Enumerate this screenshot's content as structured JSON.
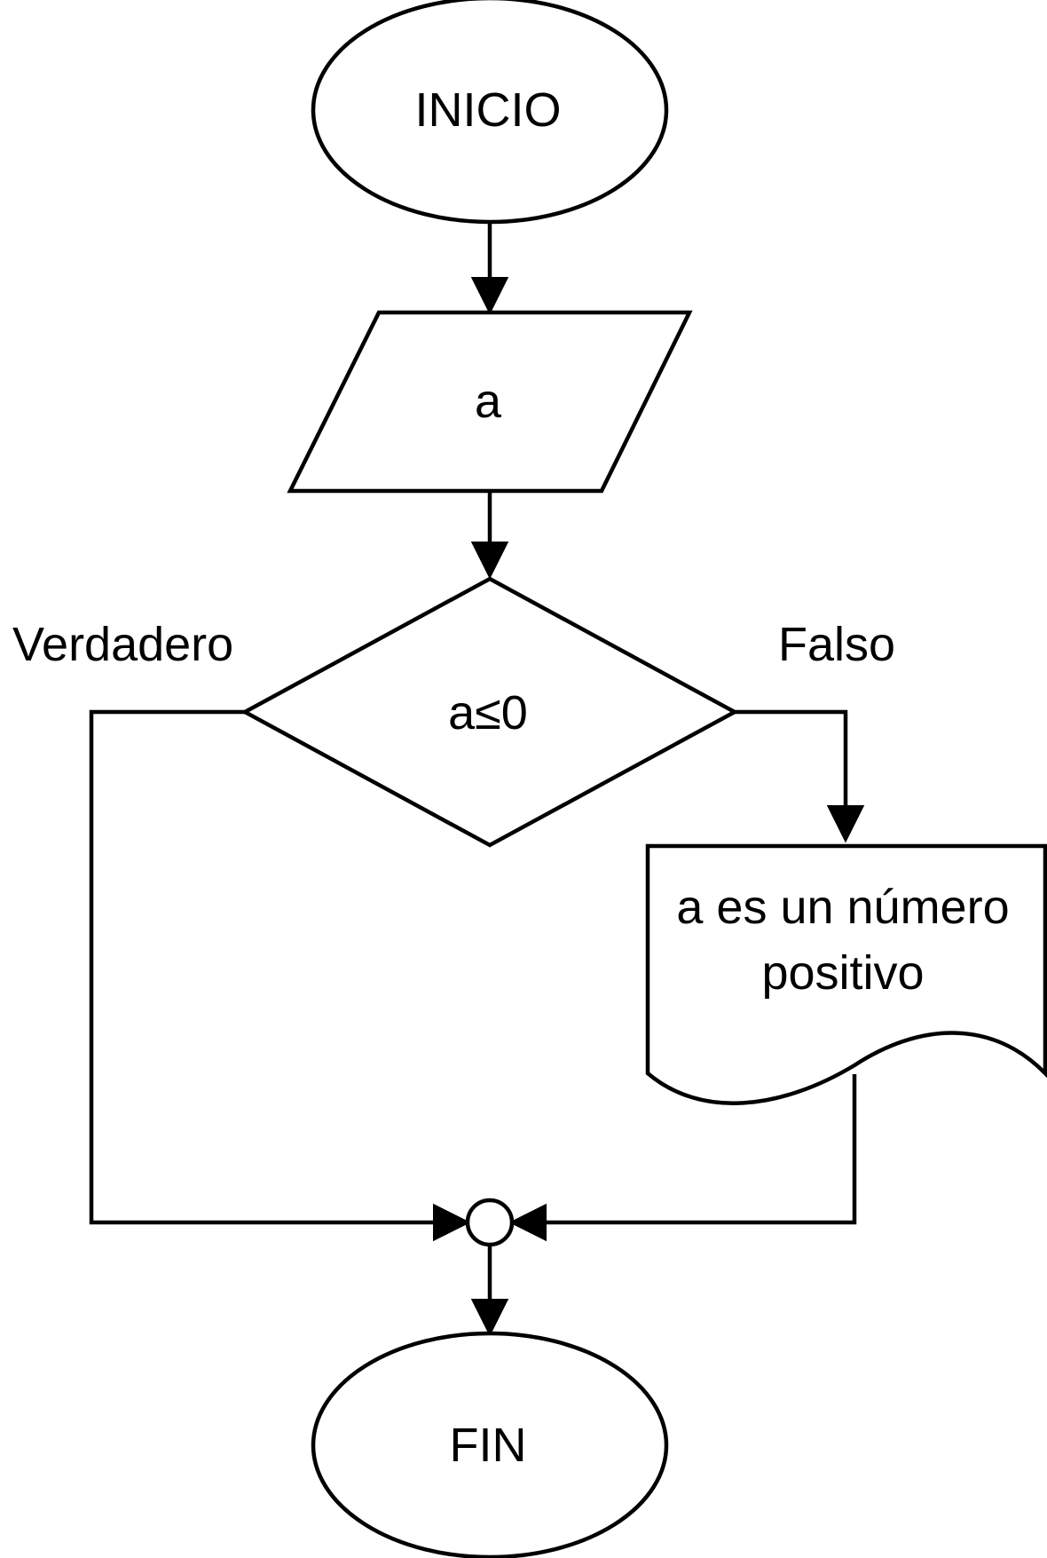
{
  "diagram": {
    "nodes": {
      "start": {
        "type": "terminator",
        "label": "INICIO"
      },
      "input": {
        "type": "input-parallelogram",
        "label": "a"
      },
      "decision": {
        "type": "decision-diamond",
        "label": "a≤0"
      },
      "output": {
        "type": "document",
        "line1": "a es un número",
        "line2": "positivo"
      },
      "merge": {
        "type": "connector-circle"
      },
      "end": {
        "type": "terminator",
        "label": "FIN"
      }
    },
    "branches": {
      "true_label": "Verdadero",
      "false_label": "Falso"
    },
    "colors": {
      "stroke": "#000000",
      "fill": "#ffffff",
      "background": "#ffffff"
    }
  }
}
